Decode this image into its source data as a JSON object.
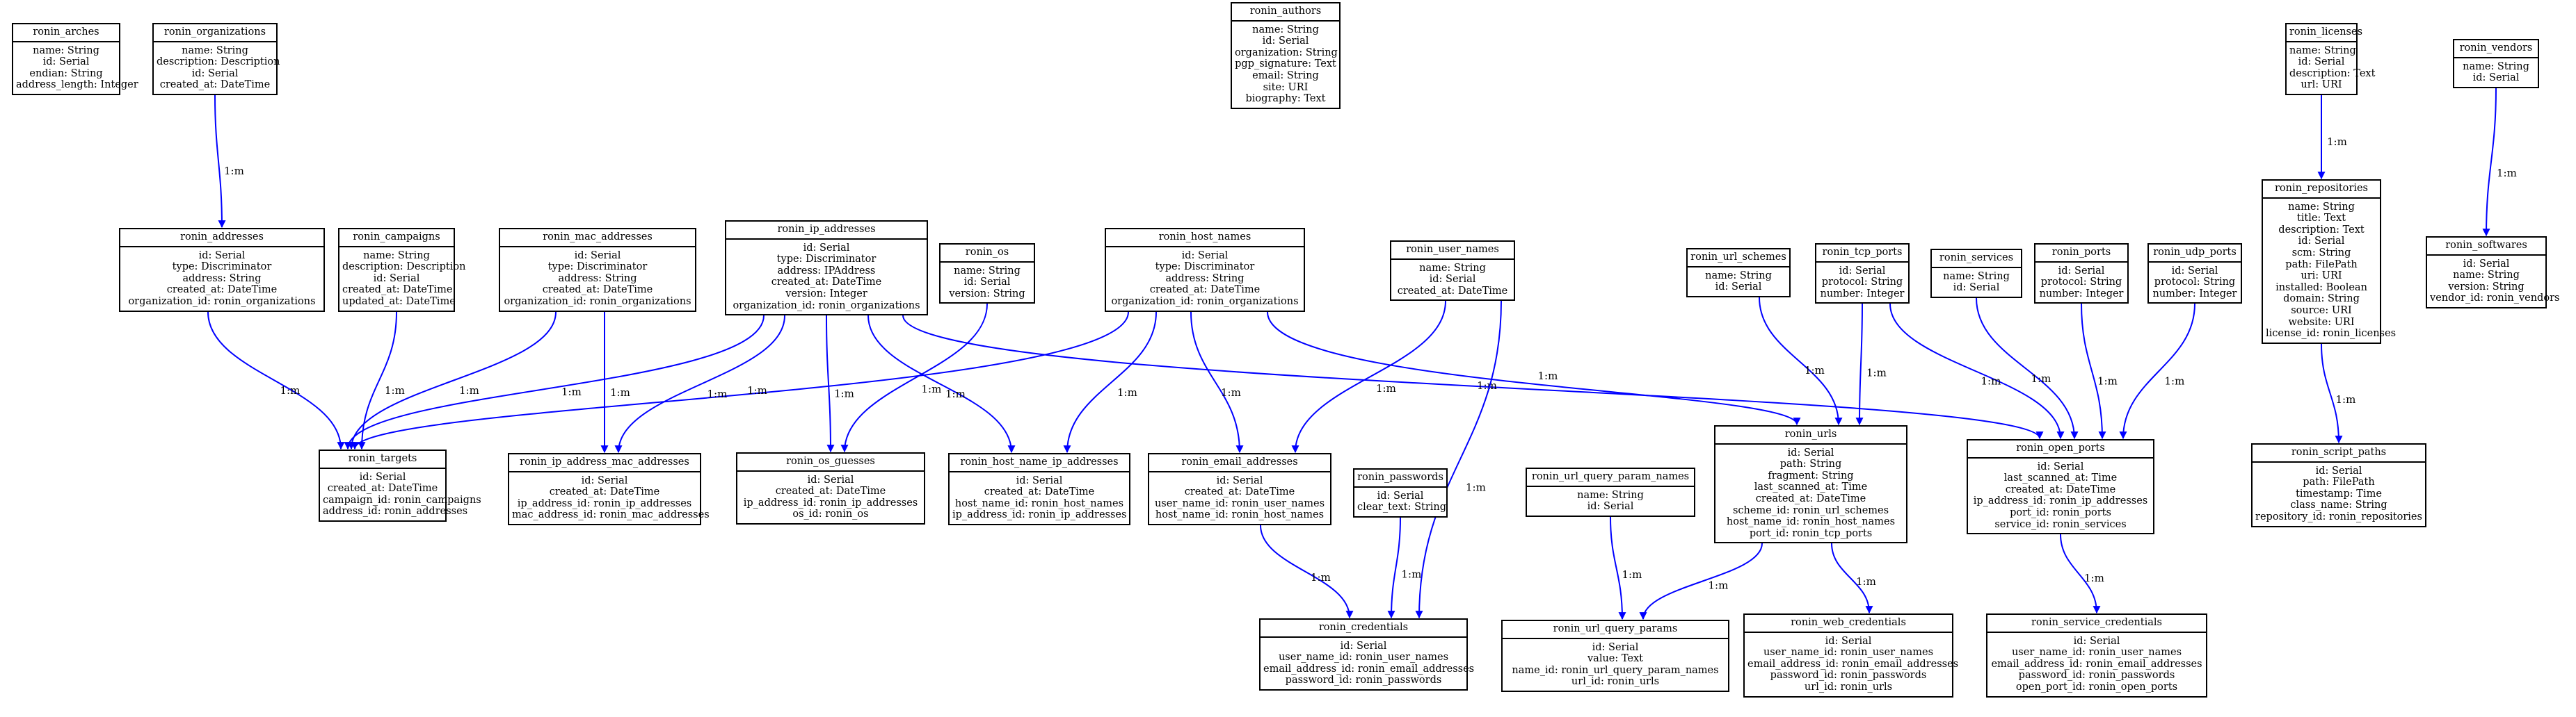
{
  "diagram": {
    "colors": {
      "edge": "#0000ff",
      "border": "#000000",
      "background": "#ffffff"
    },
    "entities": [
      {
        "id": "ronin_arches",
        "name": "ronin_arches",
        "fields": [
          "name: String",
          "id: Serial",
          "endian: String",
          "address_length: Integer"
        ]
      },
      {
        "id": "ronin_organizations",
        "name": "ronin_organizations",
        "fields": [
          "name: String",
          "description: Description",
          "id: Serial",
          "created_at: DateTime"
        ]
      },
      {
        "id": "ronin_authors",
        "name": "ronin_authors",
        "fields": [
          "name: String",
          "id: Serial",
          "organization: String",
          "pgp_signature: Text",
          "email: String",
          "site: URI",
          "biography: Text"
        ]
      },
      {
        "id": "ronin_licenses",
        "name": "ronin_licenses",
        "fields": [
          "name: String",
          "id: Serial",
          "description: Text",
          "url: URI"
        ]
      },
      {
        "id": "ronin_vendors",
        "name": "ronin_vendors",
        "fields": [
          "name: String",
          "id: Serial"
        ]
      },
      {
        "id": "ronin_addresses",
        "name": "ronin_addresses",
        "fields": [
          "id: Serial",
          "type: Discriminator",
          "address: String",
          "created_at: DateTime",
          "organization_id: ronin_organizations"
        ]
      },
      {
        "id": "ronin_campaigns",
        "name": "ronin_campaigns",
        "fields": [
          "name: String",
          "description: Description",
          "id: Serial",
          "created_at: DateTime",
          "updated_at: DateTime"
        ]
      },
      {
        "id": "ronin_mac_addresses",
        "name": "ronin_mac_addresses",
        "fields": [
          "id: Serial",
          "type: Discriminator",
          "address: String",
          "created_at: DateTime",
          "organization_id: ronin_organizations"
        ]
      },
      {
        "id": "ronin_ip_addresses",
        "name": "ronin_ip_addresses",
        "fields": [
          "id: Serial",
          "type: Discriminator",
          "address: IPAddress",
          "created_at: DateTime",
          "version: Integer",
          "organization_id: ronin_organizations"
        ]
      },
      {
        "id": "ronin_os",
        "name": "ronin_os",
        "fields": [
          "name: String",
          "id: Serial",
          "version: String"
        ]
      },
      {
        "id": "ronin_host_names",
        "name": "ronin_host_names",
        "fields": [
          "id: Serial",
          "type: Discriminator",
          "address: String",
          "created_at: DateTime",
          "organization_id: ronin_organizations"
        ]
      },
      {
        "id": "ronin_user_names",
        "name": "ronin_user_names",
        "fields": [
          "name: String",
          "id: Serial",
          "created_at: DateTime"
        ]
      },
      {
        "id": "ronin_url_schemes",
        "name": "ronin_url_schemes",
        "fields": [
          "name: String",
          "id: Serial"
        ]
      },
      {
        "id": "ronin_tcp_ports",
        "name": "ronin_tcp_ports",
        "fields": [
          "id: Serial",
          "protocol: String",
          "number: Integer"
        ]
      },
      {
        "id": "ronin_services",
        "name": "ronin_services",
        "fields": [
          "name: String",
          "id: Serial"
        ]
      },
      {
        "id": "ronin_ports",
        "name": "ronin_ports",
        "fields": [
          "id: Serial",
          "protocol: String",
          "number: Integer"
        ]
      },
      {
        "id": "ronin_udp_ports",
        "name": "ronin_udp_ports",
        "fields": [
          "id: Serial",
          "protocol: String",
          "number: Integer"
        ]
      },
      {
        "id": "ronin_repositories",
        "name": "ronin_repositories",
        "fields": [
          "name: String",
          "title: Text",
          "description: Text",
          "id: Serial",
          "scm: String",
          "path: FilePath",
          "uri: URI",
          "installed: Boolean",
          "domain: String",
          "source: URI",
          "website: URI",
          "license_id: ronin_licenses"
        ]
      },
      {
        "id": "ronin_softwares",
        "name": "ronin_softwares",
        "fields": [
          "id: Serial",
          "name: String",
          "version: String",
          "vendor_id: ronin_vendors"
        ]
      },
      {
        "id": "ronin_targets",
        "name": "ronin_targets",
        "fields": [
          "id: Serial",
          "created_at: DateTime",
          "campaign_id: ronin_campaigns",
          "address_id: ronin_addresses"
        ]
      },
      {
        "id": "ronin_ip_address_mac_addresses",
        "name": "ronin_ip_address_mac_addresses",
        "fields": [
          "id: Serial",
          "created_at: DateTime",
          "ip_address_id: ronin_ip_addresses",
          "mac_address_id: ronin_mac_addresses"
        ]
      },
      {
        "id": "ronin_os_guesses",
        "name": "ronin_os_guesses",
        "fields": [
          "id: Serial",
          "created_at: DateTime",
          "ip_address_id: ronin_ip_addresses",
          "os_id: ronin_os"
        ]
      },
      {
        "id": "ronin_host_name_ip_addresses",
        "name": "ronin_host_name_ip_addresses",
        "fields": [
          "id: Serial",
          "created_at: DateTime",
          "host_name_id: ronin_host_names",
          "ip_address_id: ronin_ip_addresses"
        ]
      },
      {
        "id": "ronin_email_addresses",
        "name": "ronin_email_addresses",
        "fields": [
          "id: Serial",
          "created_at: DateTime",
          "user_name_id: ronin_user_names",
          "host_name_id: ronin_host_names"
        ]
      },
      {
        "id": "ronin_passwords",
        "name": "ronin_passwords",
        "fields": [
          "id: Serial",
          "clear_text: String"
        ]
      },
      {
        "id": "ronin_url_query_param_names",
        "name": "ronin_url_query_param_names",
        "fields": [
          "name: String",
          "id: Serial"
        ]
      },
      {
        "id": "ronin_urls",
        "name": "ronin_urls",
        "fields": [
          "id: Serial",
          "path: String",
          "fragment: String",
          "last_scanned_at: Time",
          "created_at: DateTime",
          "scheme_id: ronin_url_schemes",
          "host_name_id: ronin_host_names",
          "port_id: ronin_tcp_ports"
        ]
      },
      {
        "id": "ronin_open_ports",
        "name": "ronin_open_ports",
        "fields": [
          "id: Serial",
          "last_scanned_at: Time",
          "created_at: DateTime",
          "ip_address_id: ronin_ip_addresses",
          "port_id: ronin_ports",
          "service_id: ronin_services"
        ]
      },
      {
        "id": "ronin_script_paths",
        "name": "ronin_script_paths",
        "fields": [
          "id: Serial",
          "path: FilePath",
          "timestamp: Time",
          "class_name: String",
          "repository_id: ronin_repositories"
        ]
      },
      {
        "id": "ronin_credentials",
        "name": "ronin_credentials",
        "fields": [
          "id: Serial",
          "user_name_id: ronin_user_names",
          "email_address_id: ronin_email_addresses",
          "password_id: ronin_passwords"
        ]
      },
      {
        "id": "ronin_url_query_params",
        "name": "ronin_url_query_params",
        "fields": [
          "id: Serial",
          "value: Text",
          "name_id: ronin_url_query_param_names",
          "url_id: ronin_urls"
        ]
      },
      {
        "id": "ronin_web_credentials",
        "name": "ronin_web_credentials",
        "fields": [
          "id: Serial",
          "user_name_id: ronin_user_names",
          "email_address_id: ronin_email_addresses",
          "password_id: ronin_passwords",
          "url_id: ronin_urls"
        ]
      },
      {
        "id": "ronin_service_credentials",
        "name": "ronin_service_credentials",
        "fields": [
          "id: Serial",
          "user_name_id: ronin_user_names",
          "email_address_id: ronin_email_addresses",
          "password_id: ronin_passwords",
          "open_port_id: ronin_open_ports"
        ]
      }
    ],
    "relations": [
      {
        "from": "ronin_organizations",
        "to": "ronin_addresses",
        "label": "1:m"
      },
      {
        "from": "ronin_addresses",
        "to": "ronin_targets",
        "label": "1:m"
      },
      {
        "from": "ronin_campaigns",
        "to": "ronin_targets",
        "label": "1:m"
      },
      {
        "from": "ronin_mac_addresses",
        "to": "ronin_targets",
        "label": "1:m"
      },
      {
        "from": "ronin_ip_addresses",
        "to": "ronin_targets",
        "label": "1:m"
      },
      {
        "from": "ronin_host_names",
        "to": "ronin_targets",
        "label": "1:m"
      },
      {
        "from": "ronin_mac_addresses",
        "to": "ronin_ip_address_mac_addresses",
        "label": "1:m"
      },
      {
        "from": "ronin_ip_addresses",
        "to": "ronin_ip_address_mac_addresses",
        "label": "1:m"
      },
      {
        "from": "ronin_ip_addresses",
        "to": "ronin_os_guesses",
        "label": "1:m"
      },
      {
        "from": "ronin_os",
        "to": "ronin_os_guesses",
        "label": "1:m"
      },
      {
        "from": "ronin_ip_addresses",
        "to": "ronin_host_name_ip_addresses",
        "label": "1:m"
      },
      {
        "from": "ronin_host_names",
        "to": "ronin_host_name_ip_addresses",
        "label": "1:m"
      },
      {
        "from": "ronin_ip_addresses",
        "to": "ronin_open_ports",
        "label": "1:m"
      },
      {
        "from": "ronin_host_names",
        "to": "ronin_email_addresses",
        "label": "1:m"
      },
      {
        "from": "ronin_user_names",
        "to": "ronin_email_addresses",
        "label": "1:m"
      },
      {
        "from": "ronin_host_names",
        "to": "ronin_urls",
        "label": "1:m"
      },
      {
        "from": "ronin_url_schemes",
        "to": "ronin_urls",
        "label": "1:m"
      },
      {
        "from": "ronin_tcp_ports",
        "to": "ronin_urls",
        "label": "1:m"
      },
      {
        "from": "ronin_tcp_ports",
        "to": "ronin_open_ports",
        "label": "1:m"
      },
      {
        "from": "ronin_services",
        "to": "ronin_open_ports",
        "label": "1:m"
      },
      {
        "from": "ronin_ports",
        "to": "ronin_open_ports",
        "label": "1:m"
      },
      {
        "from": "ronin_udp_ports",
        "to": "ronin_open_ports",
        "label": "1:m"
      },
      {
        "from": "ronin_licenses",
        "to": "ronin_repositories",
        "label": "1:m"
      },
      {
        "from": "ronin_vendors",
        "to": "ronin_softwares",
        "label": "1:m"
      },
      {
        "from": "ronin_repositories",
        "to": "ronin_script_paths",
        "label": "1:m"
      },
      {
        "from": "ronin_email_addresses",
        "to": "ronin_credentials",
        "label": "1:m"
      },
      {
        "from": "ronin_passwords",
        "to": "ronin_credentials",
        "label": "1:m"
      },
      {
        "from": "ronin_user_names",
        "to": "ronin_credentials",
        "label": "1:m"
      },
      {
        "from": "ronin_url_query_param_names",
        "to": "ronin_url_query_params",
        "label": "1:m"
      },
      {
        "from": "ronin_urls",
        "to": "ronin_url_query_params",
        "label": "1:m"
      },
      {
        "from": "ronin_urls",
        "to": "ronin_web_credentials",
        "label": "1:m"
      },
      {
        "from": "ronin_open_ports",
        "to": "ronin_service_credentials",
        "label": "1:m"
      }
    ]
  }
}
